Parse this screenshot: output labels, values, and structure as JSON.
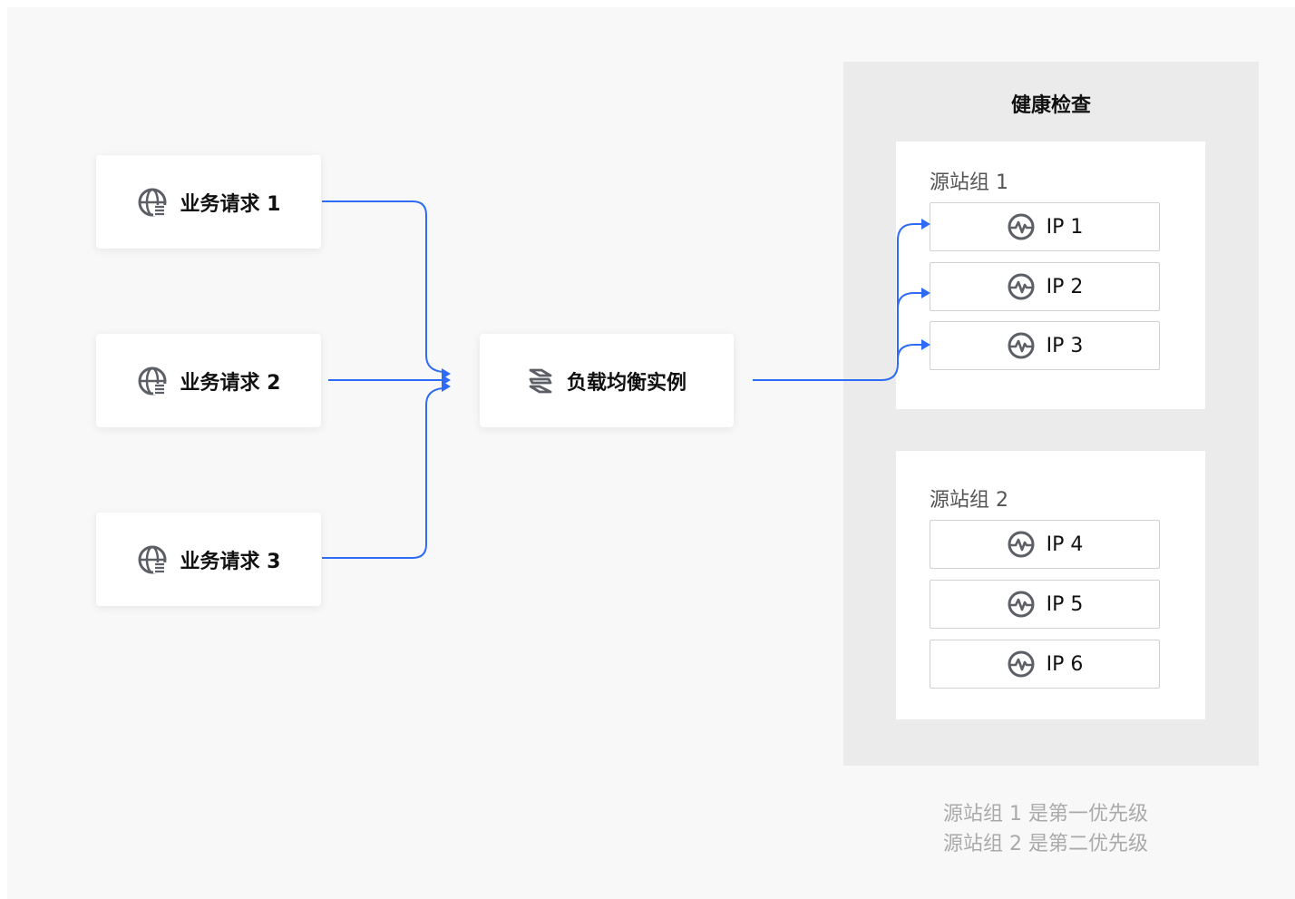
{
  "colors": {
    "connector": "#2f6cf5",
    "panel": "#ebebeb",
    "icon": "#5c6066",
    "caption": "#aaaaaa"
  },
  "requests": [
    {
      "label": "业务请求 1",
      "icon": "globe-icon"
    },
    {
      "label": "业务请求 2",
      "icon": "globe-icon"
    },
    {
      "label": "业务请求 3",
      "icon": "globe-icon"
    }
  ],
  "load_balancer": {
    "label": "负载均衡实例",
    "icon": "load-balancer-icon"
  },
  "health_check": {
    "title": "健康检查",
    "groups": [
      {
        "label": "源站组 1",
        "ips": [
          "IP 1",
          "IP 2",
          "IP 3"
        ]
      },
      {
        "label": "源站组 2",
        "ips": [
          "IP 4",
          "IP 5",
          "IP 6"
        ]
      }
    ],
    "ip_icon": "heartbeat-icon"
  },
  "caption": {
    "line1": "源站组 1 是第一优先级",
    "line2": "源站组 2 是第二优先级"
  }
}
